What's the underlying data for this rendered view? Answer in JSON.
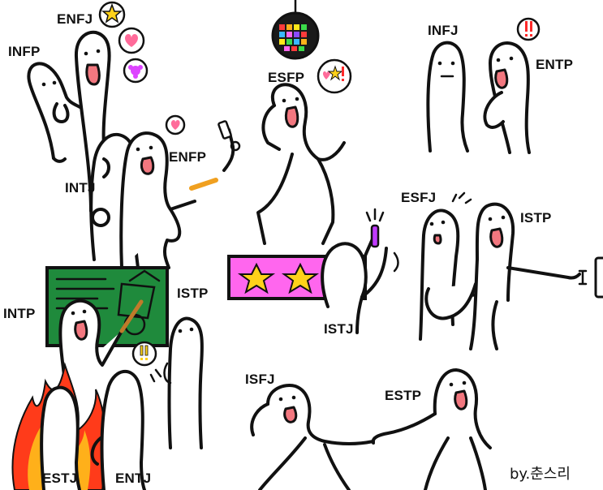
{
  "labels": {
    "infp": "INFP",
    "enfj": "ENFJ",
    "intj": "INTJ",
    "enfp": "ENFP",
    "esfp": "ESFP",
    "infj": "INFJ",
    "entp": "ENTP",
    "esfj": "ESFJ",
    "istp_right": "ISTP",
    "istj": "ISTJ",
    "intp": "INTP",
    "istp_left": "ISTP",
    "estj": "ESTJ",
    "entj": "ENTJ",
    "isfj": "ISFJ",
    "estp": "ESTP"
  },
  "signature": "by.춘스리",
  "colors": {
    "ink": "#111111",
    "mouth": "#f2777f",
    "board": "#1f8a3c",
    "stage": "#ff66ee",
    "star": "#ffd21a",
    "flame_outer": "#ff3b1a",
    "flame_inner": "#ffb01a",
    "heart": "#ff6b9a",
    "flower": "#dd44ff",
    "exclaim": "#ff2a2a"
  }
}
